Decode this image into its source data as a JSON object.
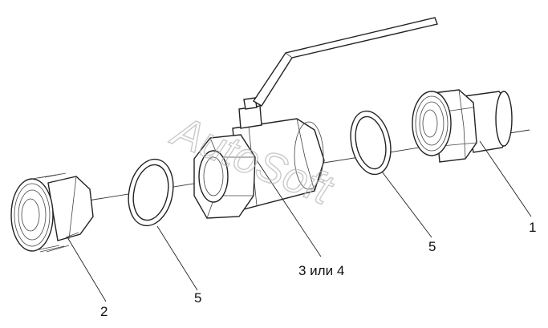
{
  "labels": {
    "part_1": "1",
    "part_2": "2",
    "part_3_4": "3 или 4",
    "part_5_left": "5",
    "part_5_right": "5"
  },
  "watermark": "AutoSoft"
}
